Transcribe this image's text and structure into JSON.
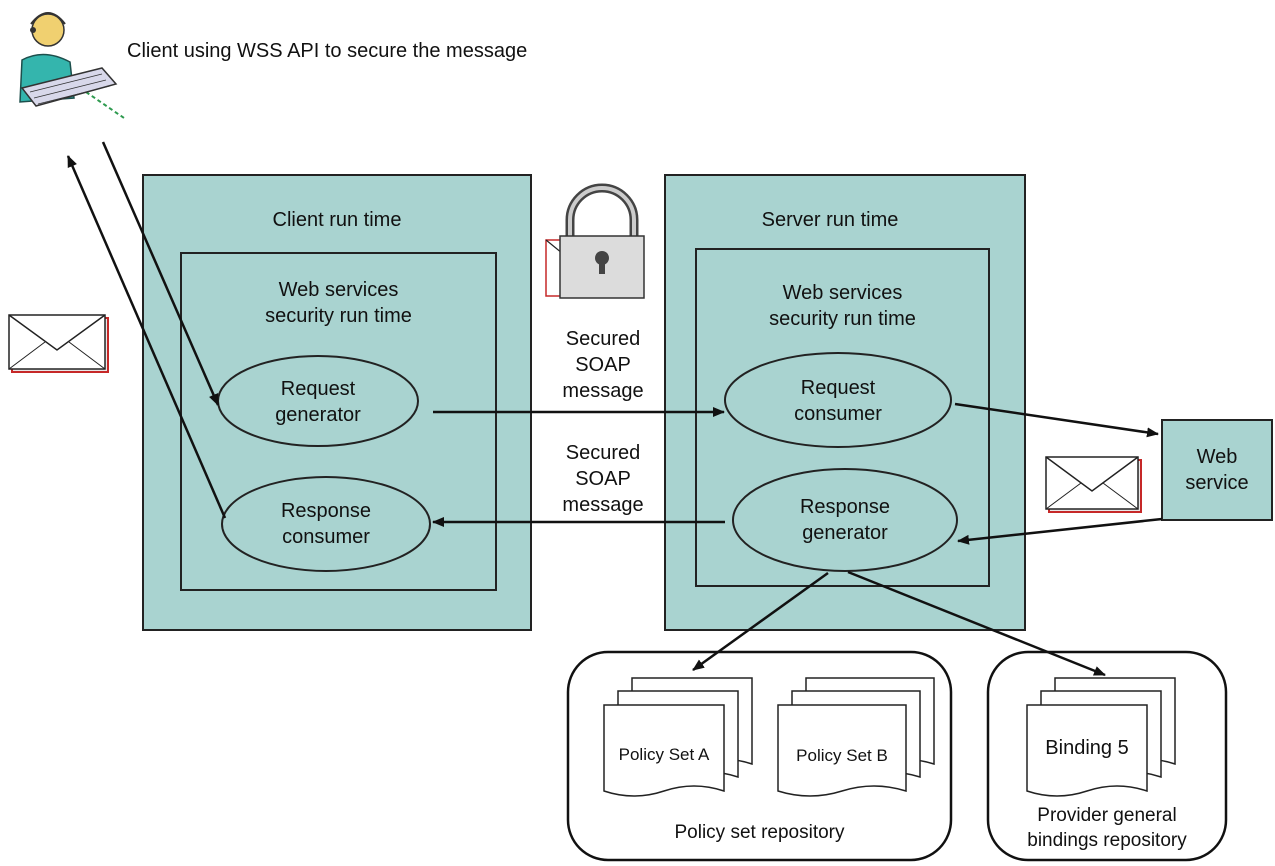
{
  "caption": "Client using WSS API to secure the message",
  "client_runtime": {
    "title": "Client run time",
    "security_title_line1": "Web services",
    "security_title_line2": "security run time",
    "request_generator": [
      "Request",
      "generator"
    ],
    "response_consumer": [
      "Response",
      "consumer"
    ]
  },
  "server_runtime": {
    "title": "Server run time",
    "security_title_line1": "Web services",
    "security_title_line2": "security run time",
    "request_consumer": [
      "Request",
      "consumer"
    ],
    "response_generator": [
      "Response",
      "generator"
    ]
  },
  "messages": {
    "request": [
      "Secured",
      "SOAP",
      "message"
    ],
    "response": [
      "Secured",
      "SOAP",
      "message"
    ]
  },
  "web_service": [
    "Web",
    "service"
  ],
  "policy_repository": {
    "label": "Policy set repository",
    "doc_a": "Policy Set A",
    "doc_b": "Policy Set B"
  },
  "bindings_repository": {
    "label_line1": "Provider general",
    "label_line2": "bindings repository",
    "doc": "Binding 5"
  },
  "colors": {
    "teal_fill": "#a9d3d0",
    "stroke": "#222222",
    "user_teal": "#34b5ad"
  },
  "icons": [
    "user-at-keyboard-icon",
    "envelope-icon",
    "padlock-icon"
  ]
}
